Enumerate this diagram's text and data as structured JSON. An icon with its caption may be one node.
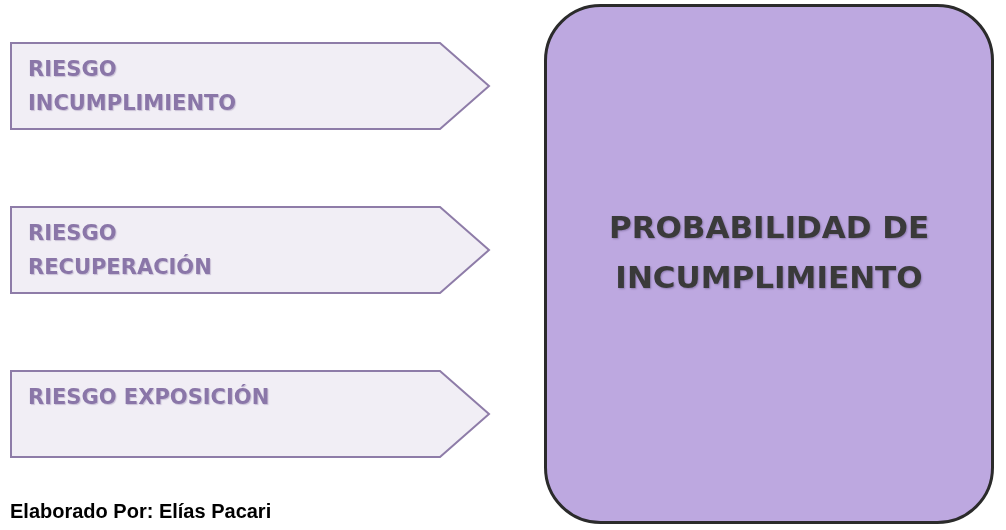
{
  "diagram": {
    "caption": "Elaborado Por: Elías Pacari",
    "nodes": [
      {
        "text": [
          "RIESGO INCUMPLIMIENTO"
        ]
      },
      {
        "text": [
          "RIESGO RECUPERACIÓN"
        ]
      },
      {
        "text": [
          "RIESGO EXPOSICIÓN"
        ]
      },
      {
        "text": [
          "PROBABILIDAD DE INCUMPLIMIENTO"
        ]
      }
    ]
  }
}
